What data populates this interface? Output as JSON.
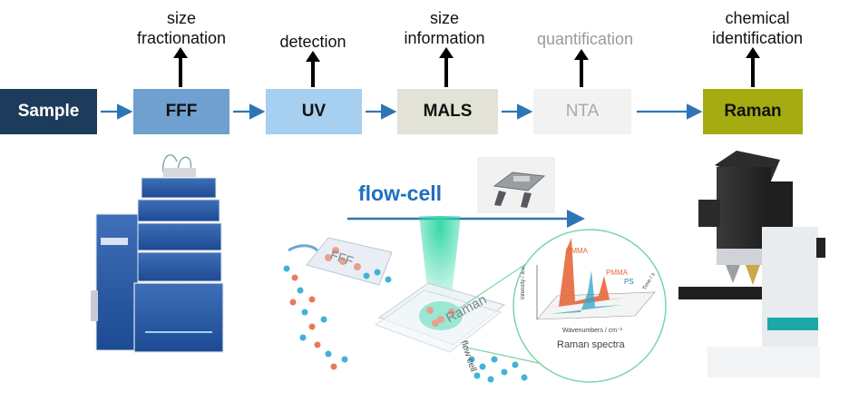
{
  "pipeline": {
    "sample": "Sample",
    "fff": "FFF",
    "uv": "UV",
    "mals": "MALS",
    "nta": "NTA",
    "raman": "Raman"
  },
  "outputs": {
    "fff_line1": "size",
    "fff_line2": "fractionation",
    "uv_line1": "detection",
    "mals_line1": "size",
    "mals_line2": "information",
    "nta_line1": "quantification",
    "raman_line1": "chemical",
    "raman_line2": "identification"
  },
  "flowcell": {
    "label": "flow-cell",
    "cell_label_fff": "FFF",
    "cell_label_raman": "Raman",
    "cell_label_flow": "flow cell"
  },
  "spectrum": {
    "peak_label_1": "PMMA",
    "peak_label_2": "PMMA",
    "peak_label_3": "PS",
    "ylabel": "Intensity / a.u.",
    "xlabel": "Wavenumbers / cm⁻¹",
    "zlabel": "Time / s",
    "caption": "Raman spectra"
  },
  "colors": {
    "sample": "#1d3b5a",
    "fff": "#6fa0cf",
    "uv": "#a7cfef",
    "mals": "#e2e2d6",
    "nta": "#f2f2f2",
    "raman": "#a5ac12",
    "arrow": "#2e75b6",
    "flowcell_text": "#1f6fbf"
  }
}
